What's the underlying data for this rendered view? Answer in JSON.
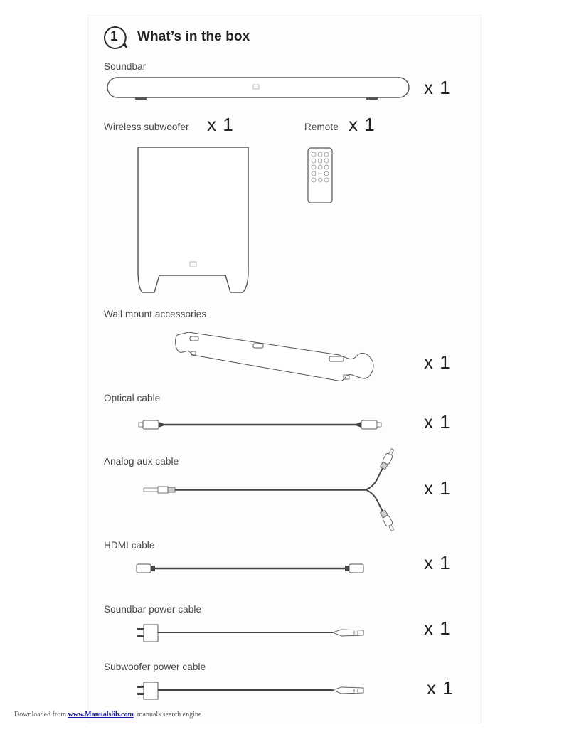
{
  "header": {
    "step_number": "1",
    "title": "What’s in the box"
  },
  "items": [
    {
      "id": "soundbar",
      "label": "Soundbar",
      "quantity": "x 1",
      "icon": "soundbar-illustration"
    },
    {
      "id": "wireless-subwoofer",
      "label": "Wireless subwoofer",
      "quantity": "x 1",
      "icon": "subwoofer-illustration"
    },
    {
      "id": "remote",
      "label": "Remote",
      "quantity": "x 1",
      "icon": "remote-illustration"
    },
    {
      "id": "wall-mount",
      "label": "Wall mount accessories",
      "quantity": "x 1",
      "icon": "wall-mount-bracket-illustration"
    },
    {
      "id": "optical-cable",
      "label": "Optical cable",
      "quantity": "x 1",
      "icon": "optical-cable-illustration"
    },
    {
      "id": "analog-aux-cable",
      "label": "Analog aux cable",
      "quantity": "x 1",
      "icon": "aux-rca-cable-illustration"
    },
    {
      "id": "hdmi-cable",
      "label": "HDMI cable",
      "quantity": "x 1",
      "icon": "hdmi-cable-illustration"
    },
    {
      "id": "soundbar-power-cable",
      "label": "Soundbar power cable",
      "quantity": "x 1",
      "icon": "power-cable-illustration"
    },
    {
      "id": "subwoofer-power-cable",
      "label": "Subwoofer power cable",
      "quantity": "x 1",
      "icon": "power-cable-illustration"
    }
  ],
  "footer": {
    "prefix": "Downloaded from ",
    "link_text": "www.Manualslib.com",
    "suffix": "  manuals search engine"
  }
}
